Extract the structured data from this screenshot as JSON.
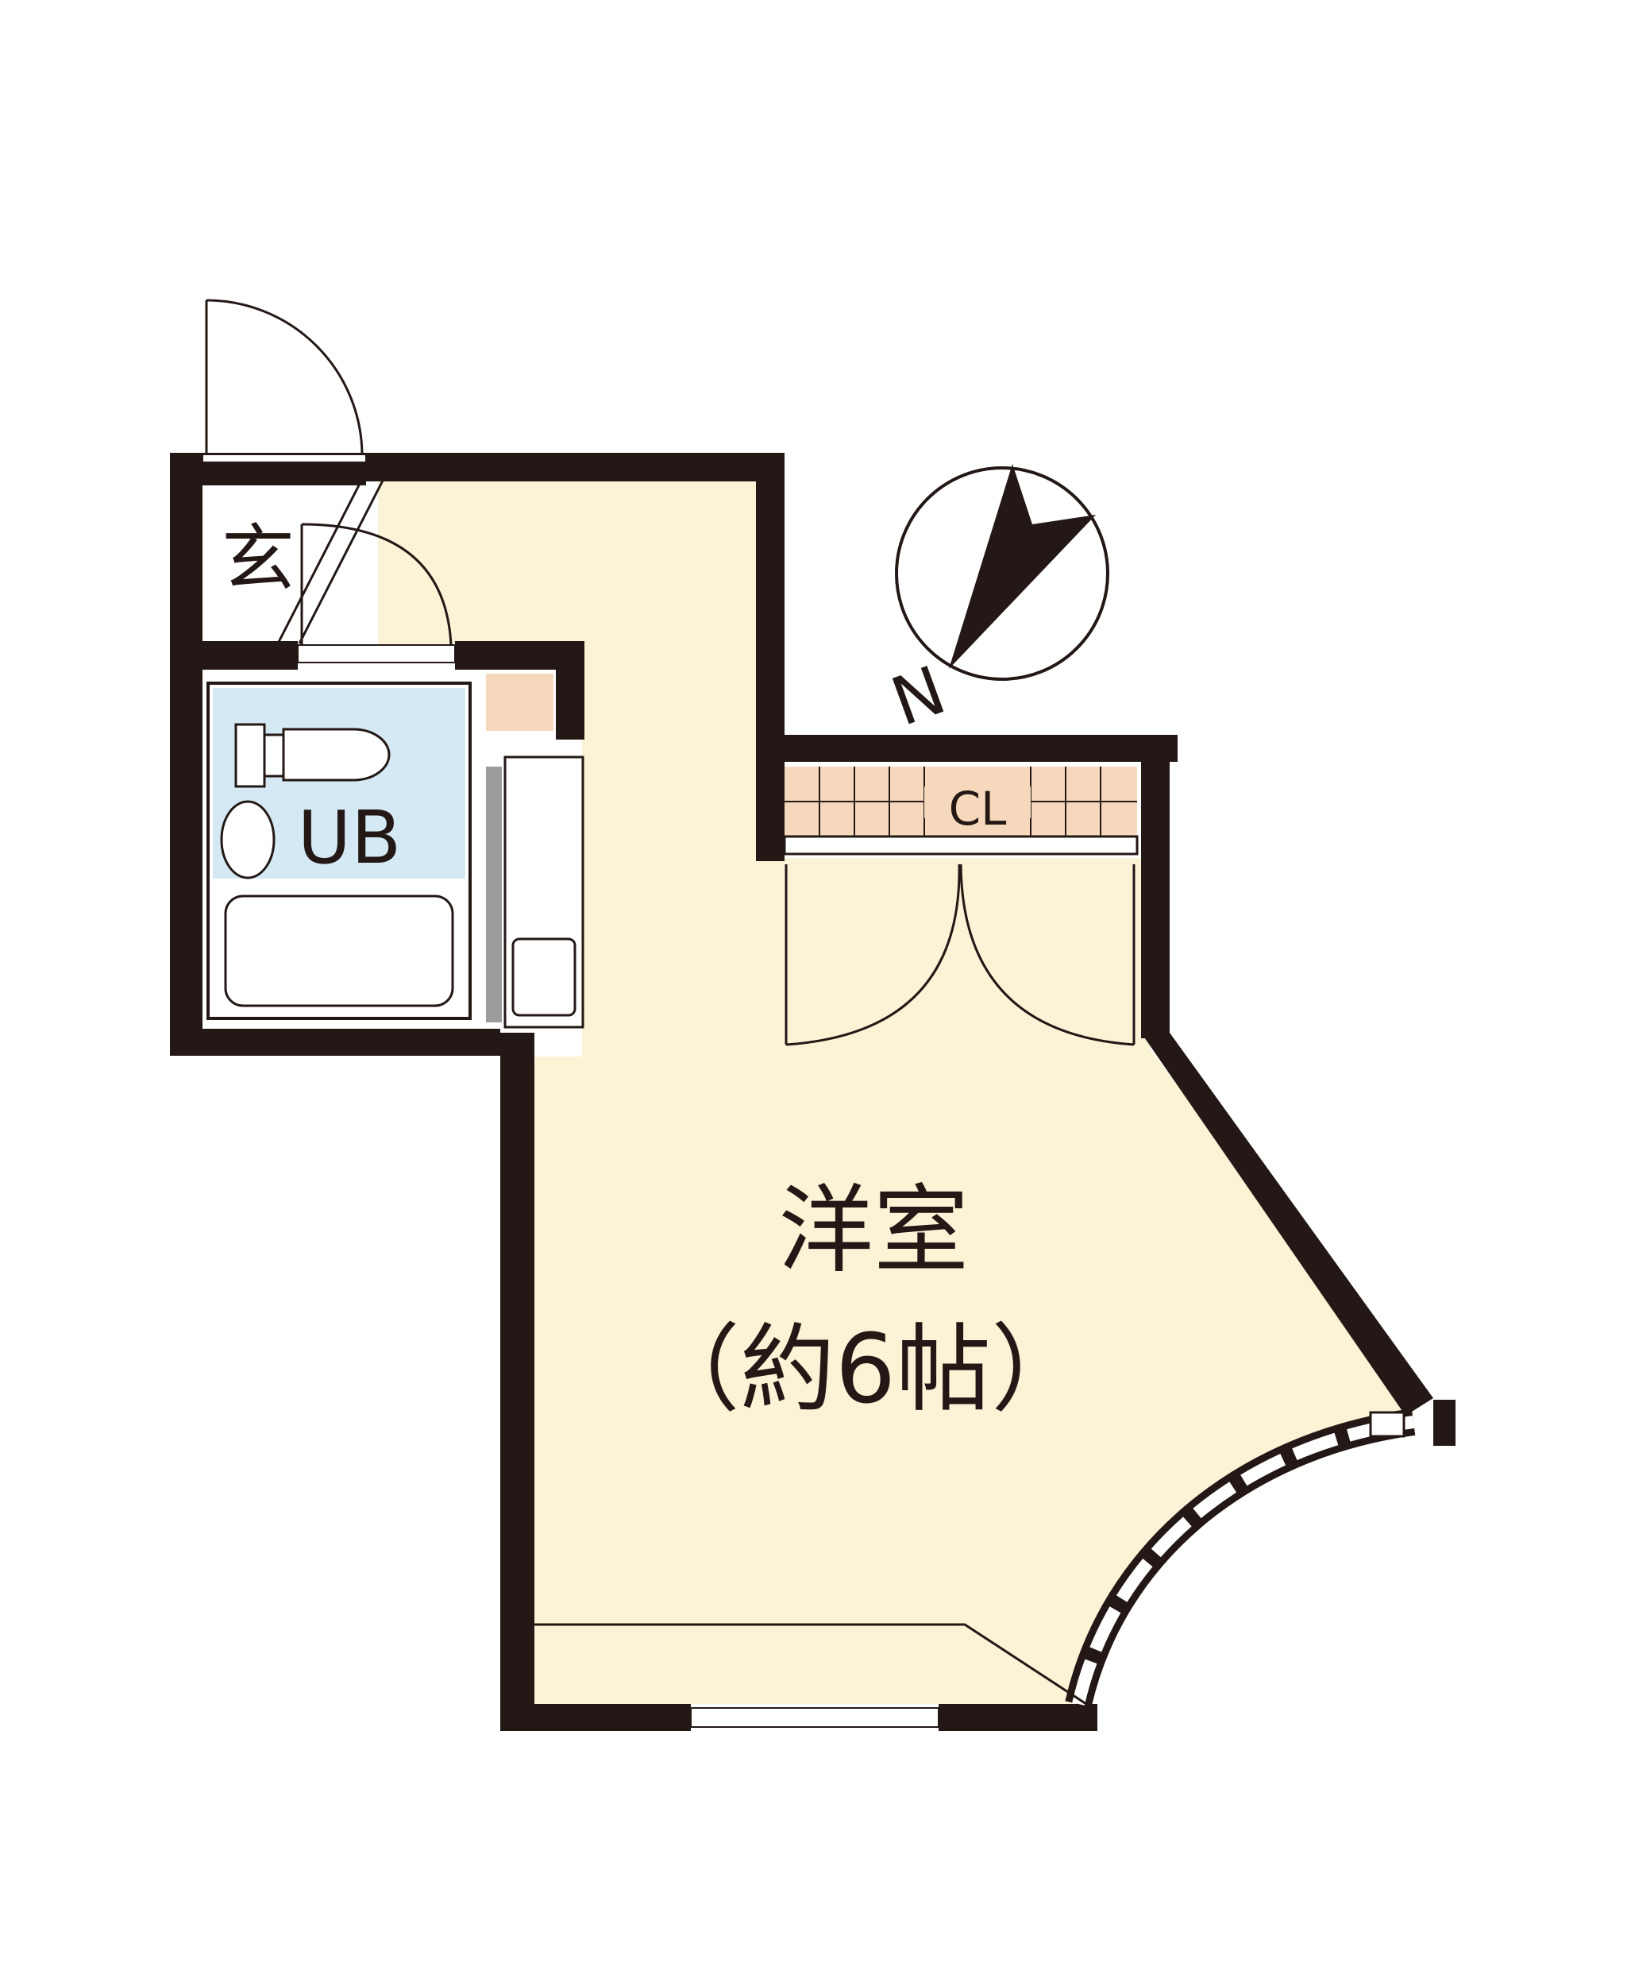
{
  "rooms": {
    "entrance": {
      "label": "玄"
    },
    "bath": {
      "label": "UB"
    },
    "closet": {
      "label": "CL"
    },
    "main": {
      "label_line1": "洋室",
      "label_line2": "（約6帖）"
    }
  },
  "compass": {
    "label": "N"
  },
  "colors": {
    "wall": "#231815",
    "floor": "#fbf3d6",
    "bath": "#d4e9f3",
    "closet": "#f6d9bc",
    "line": "#231815",
    "background": "#ffffff"
  }
}
